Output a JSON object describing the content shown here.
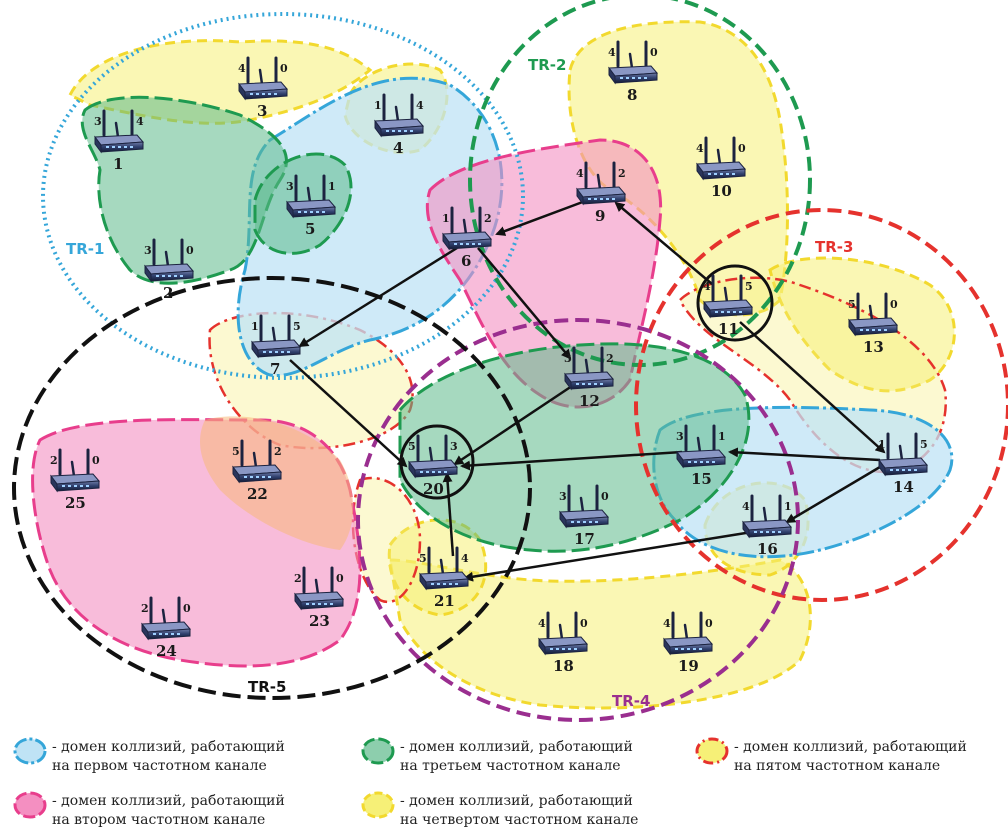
{
  "colors": {
    "channel1": "#35a6d9",
    "channel2": "#e83e8c",
    "channel3": "#1e9a50",
    "channel4": "#f2d92e",
    "channel5": "#e5322d",
    "tr4": "#9a2e8f",
    "tr5": "#111111",
    "arrow": "#111111"
  },
  "regions": {
    "tr1": "TR-1",
    "tr2": "TR-2",
    "tr3": "TR-3",
    "tr4": "TR-4",
    "tr5": "TR-5"
  },
  "nodes": [
    {
      "id": "1",
      "left": "3",
      "right": "4"
    },
    {
      "id": "2",
      "left": "3",
      "right": "0"
    },
    {
      "id": "3",
      "left": "4",
      "right": "0"
    },
    {
      "id": "4",
      "left": "1",
      "right": "4"
    },
    {
      "id": "5",
      "left": "3",
      "right": "1"
    },
    {
      "id": "6",
      "left": "1",
      "right": "2"
    },
    {
      "id": "7",
      "left": "1",
      "right": "5"
    },
    {
      "id": "8",
      "left": "4",
      "right": "0"
    },
    {
      "id": "9",
      "left": "4",
      "right": "2"
    },
    {
      "id": "10",
      "left": "4",
      "right": "0"
    },
    {
      "id": "11",
      "left": "4",
      "right": "5"
    },
    {
      "id": "12",
      "left": "3",
      "right": "2"
    },
    {
      "id": "13",
      "left": "5",
      "right": "0"
    },
    {
      "id": "14",
      "left": "1",
      "right": "5"
    },
    {
      "id": "15",
      "left": "3",
      "right": "1"
    },
    {
      "id": "16",
      "left": "4",
      "right": "1"
    },
    {
      "id": "17",
      "left": "3",
      "right": "0"
    },
    {
      "id": "18",
      "left": "4",
      "right": "0"
    },
    {
      "id": "19",
      "left": "4",
      "right": "0"
    },
    {
      "id": "20",
      "left": "5",
      "right": "3"
    },
    {
      "id": "21",
      "left": "5",
      "right": "4"
    },
    {
      "id": "22",
      "left": "5",
      "right": "2"
    },
    {
      "id": "23",
      "left": "2",
      "right": "0"
    },
    {
      "id": "24",
      "left": "2",
      "right": "0"
    },
    {
      "id": "25",
      "left": "2",
      "right": "0"
    }
  ],
  "links": [
    {
      "from": "11",
      "to": "9"
    },
    {
      "from": "9",
      "to": "6"
    },
    {
      "from": "6",
      "to": "7"
    },
    {
      "from": "6",
      "to": "12"
    },
    {
      "from": "7",
      "to": "20"
    },
    {
      "from": "12",
      "to": "20"
    },
    {
      "from": "11",
      "to": "14"
    },
    {
      "from": "14",
      "to": "15"
    },
    {
      "from": "14",
      "to": "16"
    },
    {
      "from": "15",
      "to": "20"
    },
    {
      "from": "16",
      "to": "21"
    },
    {
      "from": "21",
      "to": "20"
    }
  ],
  "legend": [
    {
      "key": "channel1",
      "line1": "- домен коллизий, работающий",
      "line2": "на первом частотном канале"
    },
    {
      "key": "channel2",
      "line1": "- домен коллизий, работающий",
      "line2": "на втором частотном канале"
    },
    {
      "key": "channel3",
      "line1": "- домен коллизий, работающий",
      "line2": "на третьем частотном канале"
    },
    {
      "key": "channel4",
      "line1": "- домен коллизий, работающий",
      "line2": "на четвертом частотном канале"
    },
    {
      "key": "channel5",
      "line1": "- домен коллизий, работающий",
      "line2": "на пятом частотном канале"
    }
  ]
}
